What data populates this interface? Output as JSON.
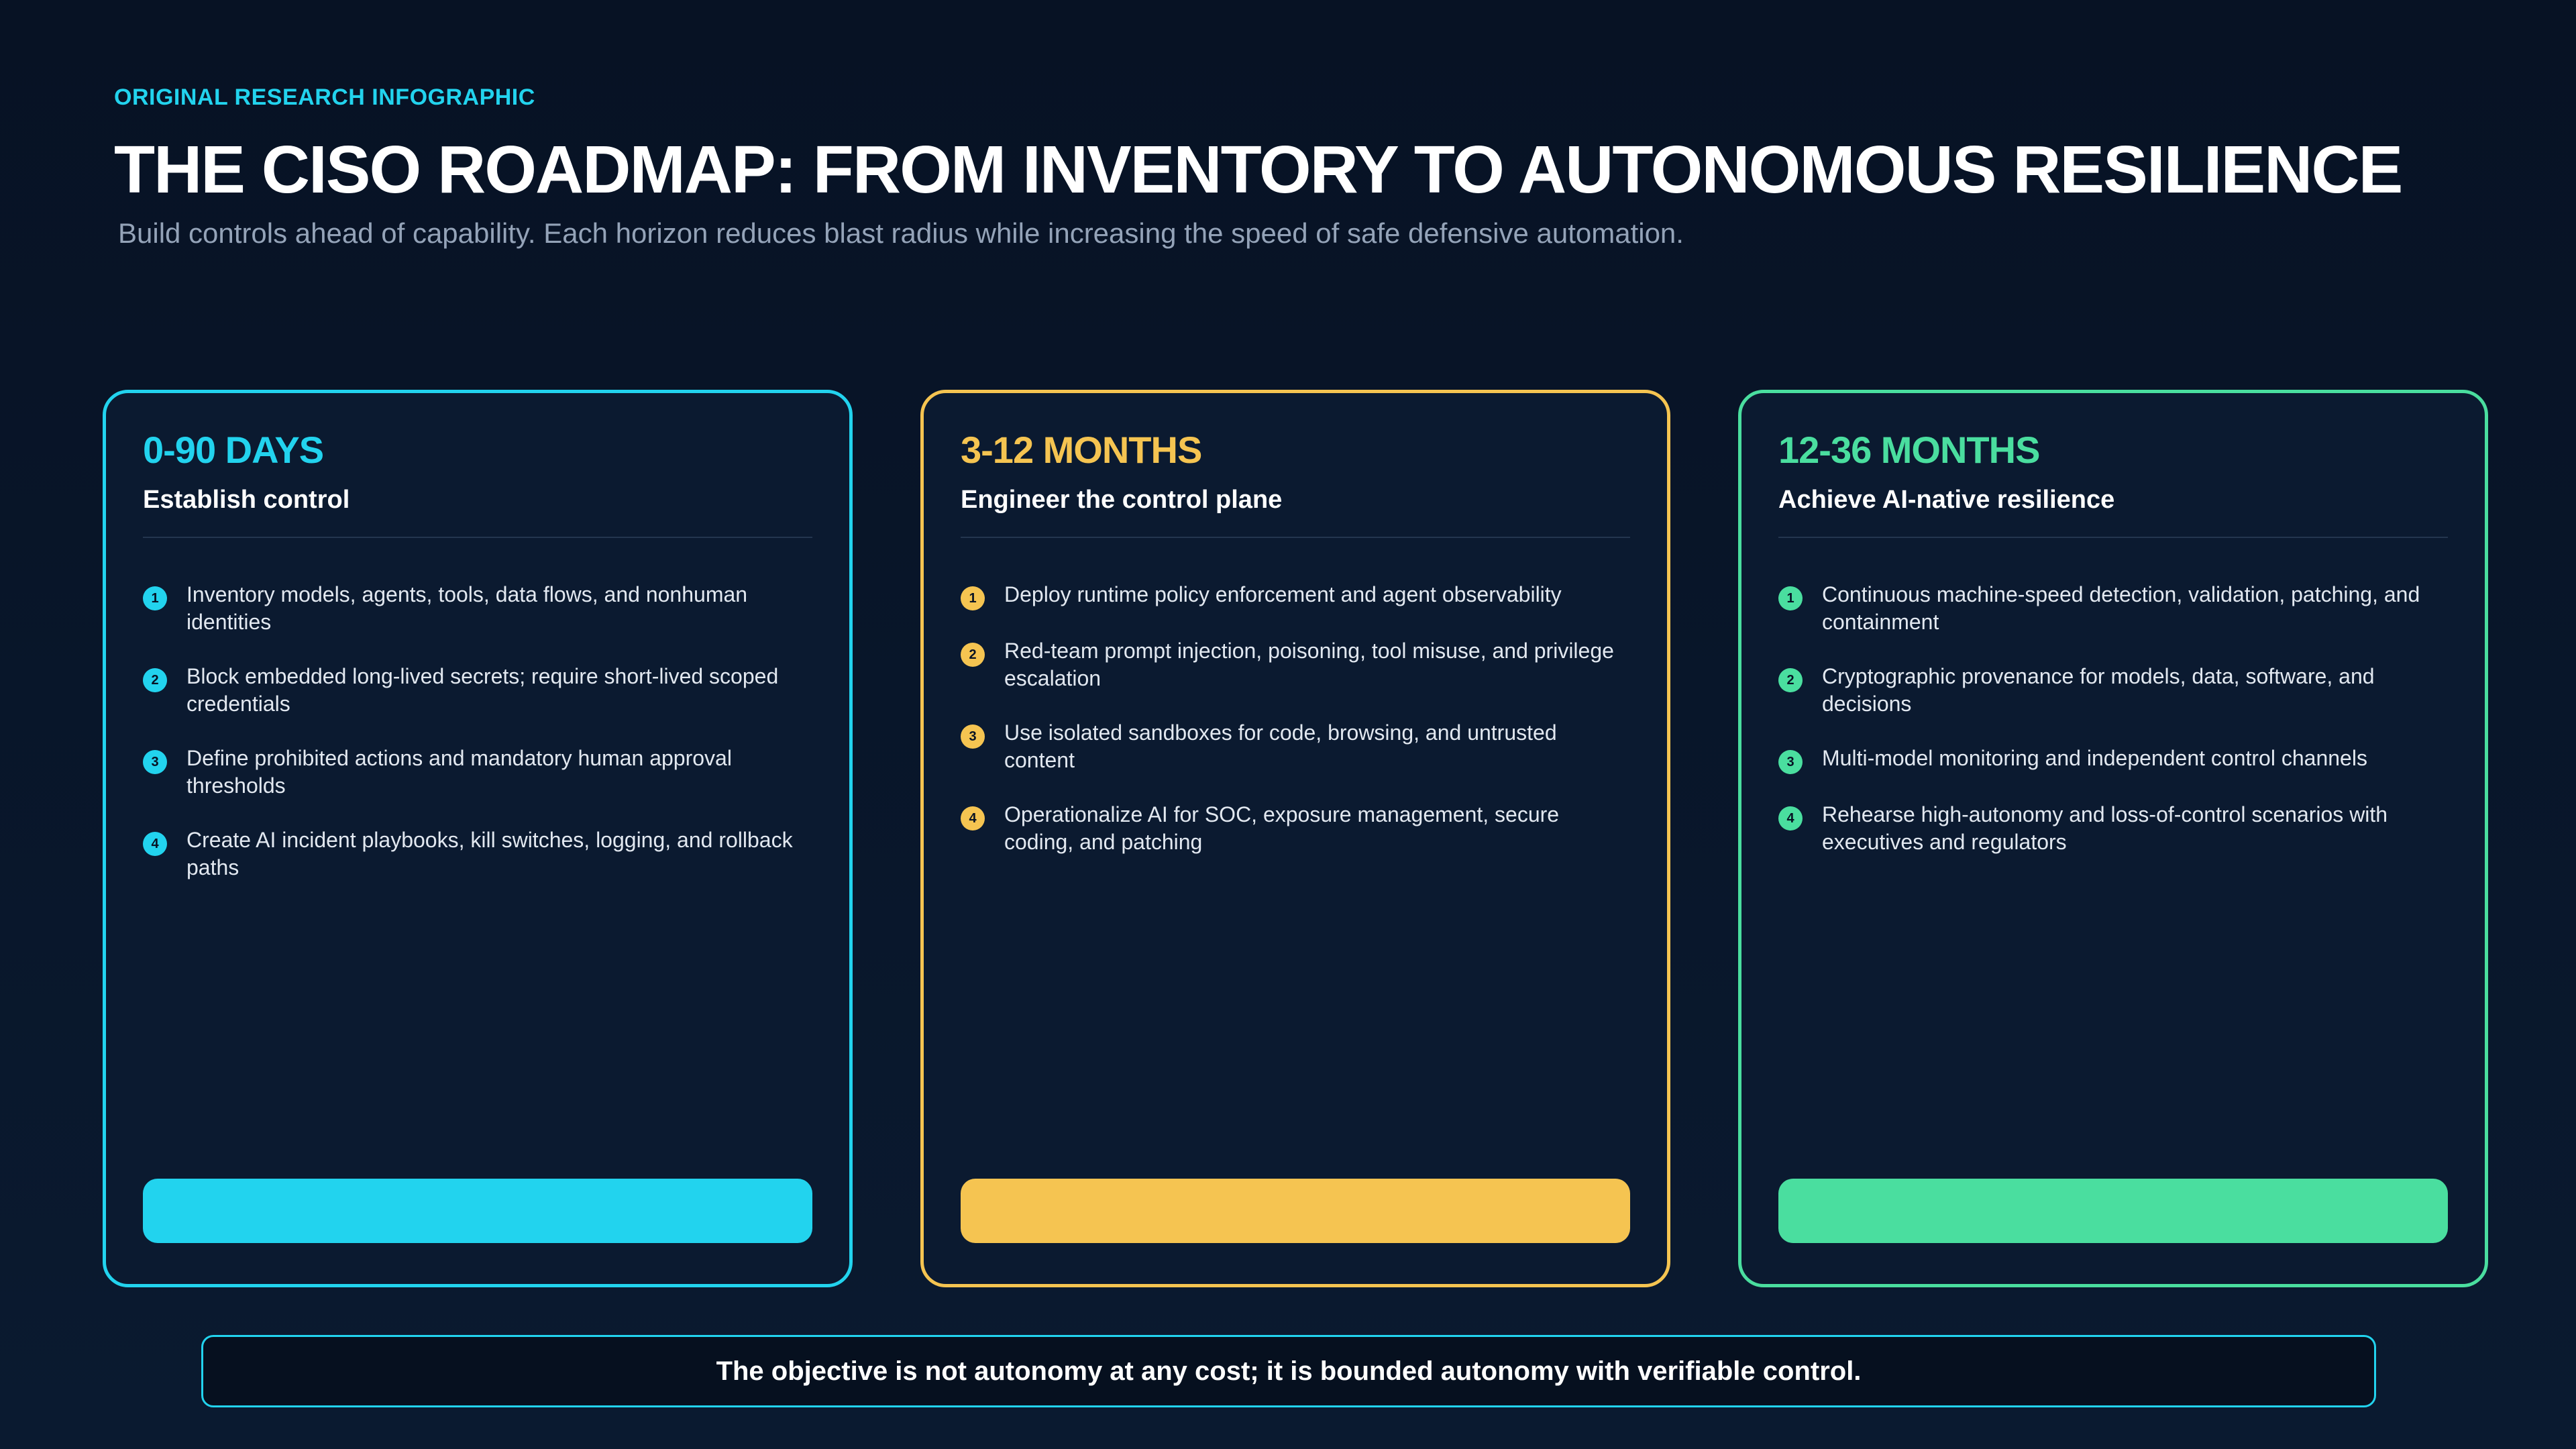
{
  "header": {
    "eyebrow": "ORIGINAL RESEARCH INFOGRAPHIC",
    "title": "THE CISO ROADMAP: FROM INVENTORY TO AUTONOMOUS RESILIENCE",
    "subtitle": "Build controls ahead of capability. Each horizon reduces blast radius while increasing the speed of safe defensive automation."
  },
  "cards": [
    {
      "horizon": "0-90 DAYS",
      "heading": "Establish control",
      "color": "#22d3ee",
      "items": [
        {
          "num": "1",
          "text": "Inventory models, agents, tools, data flows, and nonhuman identities"
        },
        {
          "num": "2",
          "text": "Block embedded long-lived secrets; require short-lived scoped credentials"
        },
        {
          "num": "3",
          "text": "Define prohibited actions and mandatory human approval thresholds"
        },
        {
          "num": "4",
          "text": "Create AI incident playbooks, kill switches, logging, and rollback paths"
        }
      ]
    },
    {
      "horizon": "3-12 MONTHS",
      "heading": "Engineer the control plane",
      "color": "#f5c451",
      "items": [
        {
          "num": "1",
          "text": "Deploy runtime policy enforcement and agent observability"
        },
        {
          "num": "2",
          "text": "Red-team prompt injection, poisoning, tool misuse, and privilege escalation"
        },
        {
          "num": "3",
          "text": "Use isolated sandboxes for code, browsing, and untrusted content"
        },
        {
          "num": "4",
          "text": "Operationalize AI for SOC, exposure management, secure coding, and patching"
        }
      ]
    },
    {
      "horizon": "12-36 MONTHS",
      "heading": "Achieve AI-native resilience",
      "color": "#4ade9f",
      "items": [
        {
          "num": "1",
          "text": "Continuous machine-speed detection, validation, patching, and containment"
        },
        {
          "num": "2",
          "text": "Cryptographic provenance for models, data, software, and decisions"
        },
        {
          "num": "3",
          "text": "Multi-model monitoring and independent control channels"
        },
        {
          "num": "4",
          "text": "Rehearse high-autonomy and loss-of-control scenarios with executives and regulators"
        }
      ]
    }
  ],
  "footer": {
    "text": "The objective is not autonomy at any cost; it is bounded autonomy with verifiable control."
  }
}
